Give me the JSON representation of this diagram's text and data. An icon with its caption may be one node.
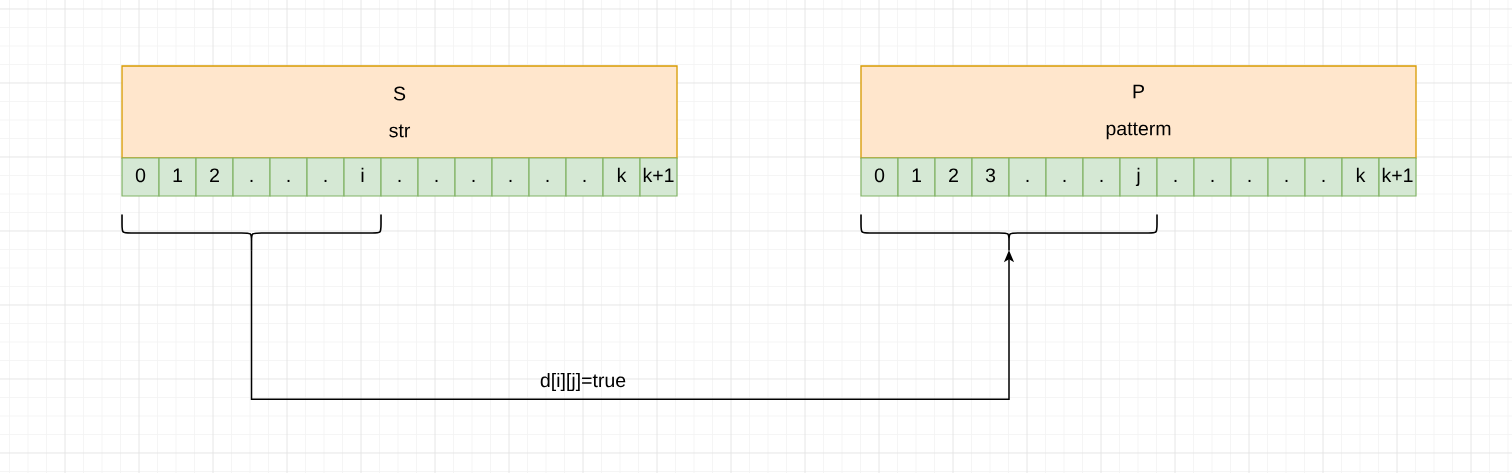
{
  "diagram": {
    "nodes": [
      {
        "text": [
          "S",
          "str"
        ]
      },
      {
        "text": [
          "0"
        ]
      },
      {
        "text": [
          "1"
        ]
      },
      {
        "text": [
          "2"
        ]
      },
      {
        "text": [
          "."
        ]
      },
      {
        "text": [
          "."
        ]
      },
      {
        "text": [
          "."
        ]
      },
      {
        "text": [
          "i"
        ]
      },
      {
        "text": [
          "."
        ]
      },
      {
        "text": [
          "."
        ]
      },
      {
        "text": [
          "."
        ]
      },
      {
        "text": [
          "."
        ]
      },
      {
        "text": [
          "."
        ]
      },
      {
        "text": [
          "."
        ]
      },
      {
        "text": [
          "k"
        ]
      },
      {
        "text": [
          "k+1"
        ]
      },
      {
        "text": [
          "P",
          "patterm"
        ]
      },
      {
        "text": [
          "0"
        ]
      },
      {
        "text": [
          "1"
        ]
      },
      {
        "text": [
          "2"
        ]
      },
      {
        "text": [
          "3"
        ]
      },
      {
        "text": [
          "."
        ]
      },
      {
        "text": [
          "."
        ]
      },
      {
        "text": [
          "."
        ]
      },
      {
        "text": [
          "j"
        ]
      },
      {
        "text": [
          "."
        ]
      },
      {
        "text": [
          "."
        ]
      },
      {
        "text": [
          "."
        ]
      },
      {
        "text": [
          "."
        ]
      },
      {
        "text": [
          "."
        ]
      },
      {
        "text": [
          "k"
        ]
      },
      {
        "text": [
          "k+1"
        ]
      },
      {
        "text": [],
        "shape": "brace"
      },
      {
        "text": [],
        "shape": "brace"
      }
    ],
    "edges": [
      {
        "from": 32,
        "to": 33,
        "arrow": "to",
        "label": "d[i][j]=true"
      }
    ]
  }
}
